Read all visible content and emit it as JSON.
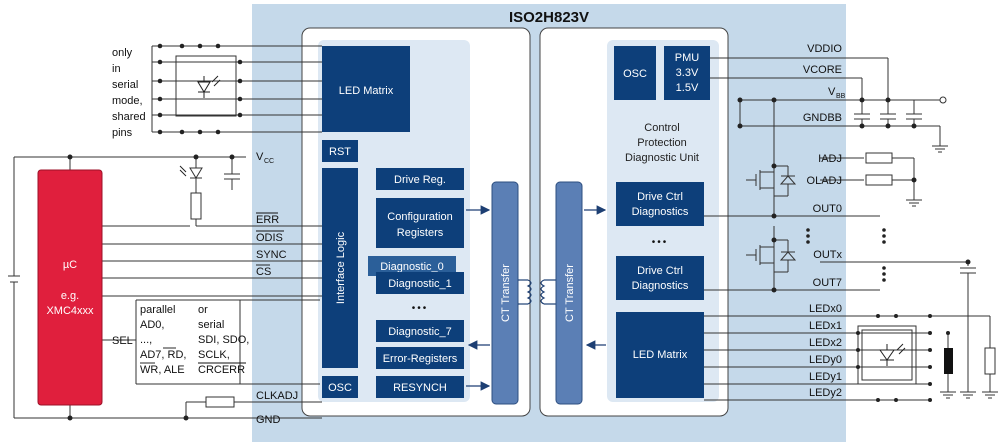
{
  "chip_title": "ISO2H823V",
  "left_block": {
    "led_matrix": "LED Matrix",
    "rst": "RST",
    "interface_logic": "Interface Logic",
    "osc": "OSC",
    "drive_reg": "Drive Reg.",
    "config_registers": [
      "Configuration",
      "Registers"
    ],
    "diagnostic_0": "Diagnostic_0",
    "diagnostic_1": "Diagnostic_1",
    "dots": "•••",
    "diagnostic_7": "Diagnostic_7",
    "error_registers": "Error-Registers",
    "resynch": "RESYNCH",
    "ct_transfer": "CT Transfer"
  },
  "right_block": {
    "ct_transfer": "CT Transfer",
    "osc": "OSC",
    "pmu": [
      "PMU",
      "3.3V",
      "1.5V"
    ],
    "control_unit": [
      "Control",
      "Protection",
      "Diagnostic Unit"
    ],
    "drive_ctrl_1": [
      "Drive Ctrl",
      "Diagnostics"
    ],
    "dots": "•••",
    "drive_ctrl_2": [
      "Drive Ctrl",
      "Diagnostics"
    ],
    "led_matrix": "LED Matrix"
  },
  "right_pins": {
    "vddio": "VDDIO",
    "vcore": "VCORE",
    "vbb": "V",
    "vbb_sub": "BB",
    "gndbb": "GNDBB",
    "iadj": "IADJ",
    "oladj": "OLADJ",
    "out0": "OUT0",
    "outx": "OUTx",
    "out7": "OUT7",
    "led_pins": [
      "LEDx0",
      "LEDx1",
      "LEDx2",
      "LEDy0",
      "LEDy1",
      "LEDy2"
    ]
  },
  "left_side": {
    "note_lines": [
      "only",
      "in",
      "serial",
      "mode,",
      "shared",
      "pins"
    ],
    "vcc": "V",
    "vcc_sub": "CC",
    "signals": [
      "ERR",
      "ODIS",
      "SYNC",
      "CS"
    ],
    "mcu_label": "µC",
    "mcu_eg": "e.g.",
    "mcu_part": "XMC4xxx",
    "sel": "SEL",
    "parallel_col": [
      "parallel",
      "AD0,",
      "...,",
      "AD7, RD,",
      "WR, ALE"
    ],
    "or_col": [
      "or",
      "serial",
      "SDI, SDO,",
      "SCLK,",
      "CRCERR"
    ],
    "clkadj": "CLKADJ",
    "gnd": "GND"
  },
  "colors": {
    "chip_bg": "#c5d9ea",
    "block_bg": "#ffffff",
    "inner_bg": "#dde8f3",
    "box_navy": "#0d3f7a",
    "ct_bar": "#5b7fb5",
    "mcu_red": "#e01f3d",
    "wire": "#333333"
  }
}
